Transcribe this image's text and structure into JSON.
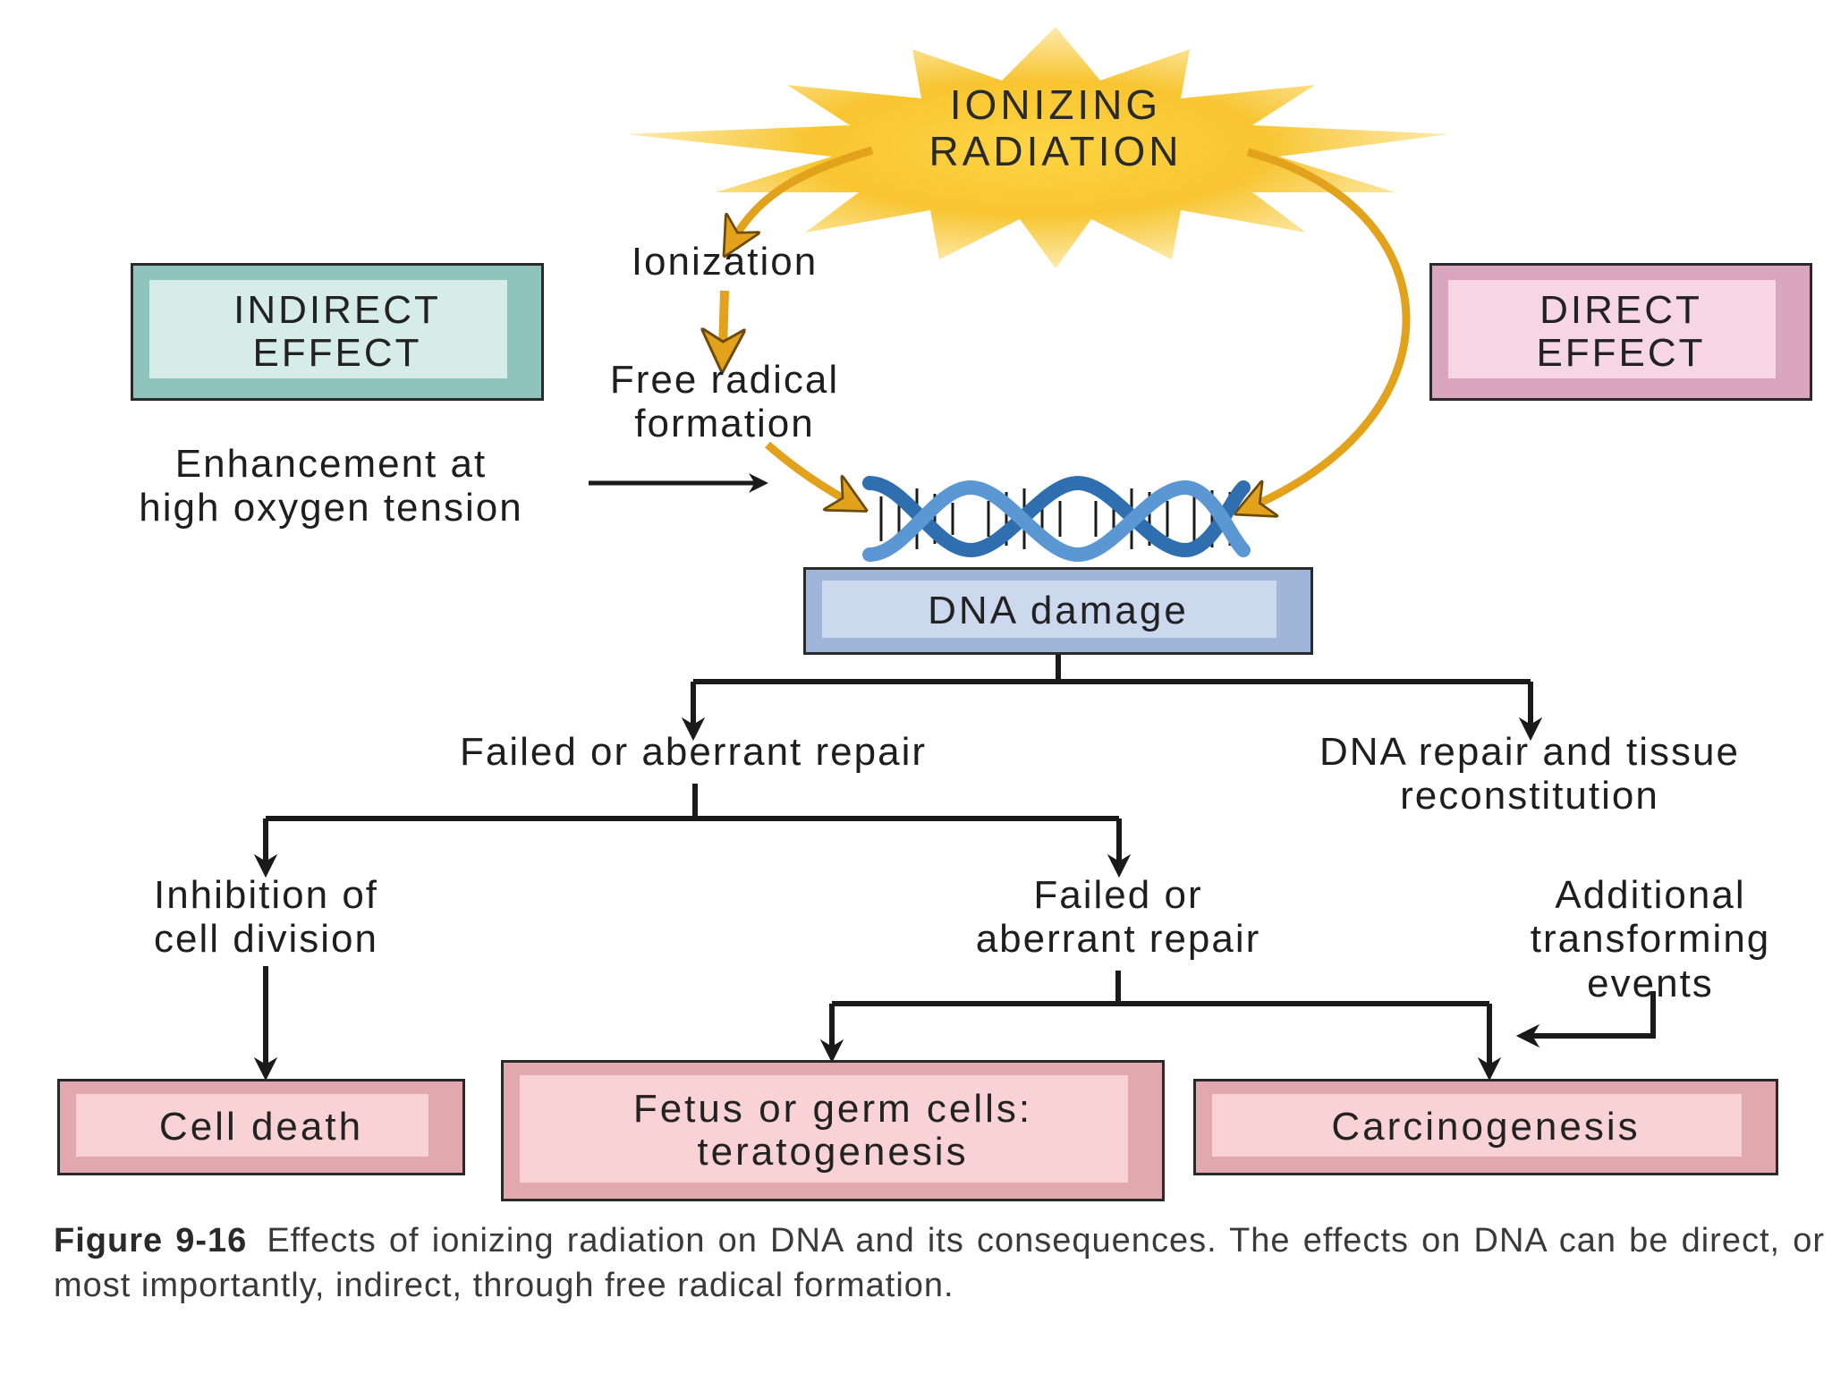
{
  "radiation_source": {
    "line1": "IONIZING",
    "line2": "RADIATION"
  },
  "indirect_effect": {
    "line1": "INDIRECT",
    "line2": "EFFECT"
  },
  "direct_effect": {
    "line1": "DIRECT",
    "line2": "EFFECT"
  },
  "ionization": "Ionization",
  "free_radical": {
    "line1": "Free radical",
    "line2": "formation"
  },
  "oxygen_enhancement": {
    "line1": "Enhancement at",
    "line2": "high oxygen tension"
  },
  "dna_damage": "DNA damage",
  "failed_repair_top": "Failed or aberrant repair",
  "dna_repair": {
    "line1": "DNA repair and tissue",
    "line2": "reconstitution"
  },
  "inhibition": {
    "line1": "Inhibition of",
    "line2": "cell division"
  },
  "failed_repair_mid": {
    "line1": "Failed or",
    "line2": "aberrant repair"
  },
  "additional_events": {
    "line1": "Additional",
    "line2": "transforming",
    "line3": "events"
  },
  "cell_death": "Cell death",
  "teratogenesis": {
    "line1": "Fetus or germ cells:",
    "line2": "teratogenesis"
  },
  "carcinogenesis": "Carcinogenesis",
  "caption": {
    "figure_label": "Figure 9-16",
    "text": "Effects of ionizing radiation on DNA and its consequences. The effects on DNA can be direct, or most importantly, indirect, through free radical formation."
  },
  "colors": {
    "radiation_yellow": "#f5b61a",
    "arrow_gold": "#e2a21c",
    "indirect_box": "#d6ece8",
    "direct_box": "#f6d6e3",
    "dna_box": "#cbd8ee",
    "outcome_box": "#f8d2d5",
    "dna_helix": "#2f6fb0"
  }
}
